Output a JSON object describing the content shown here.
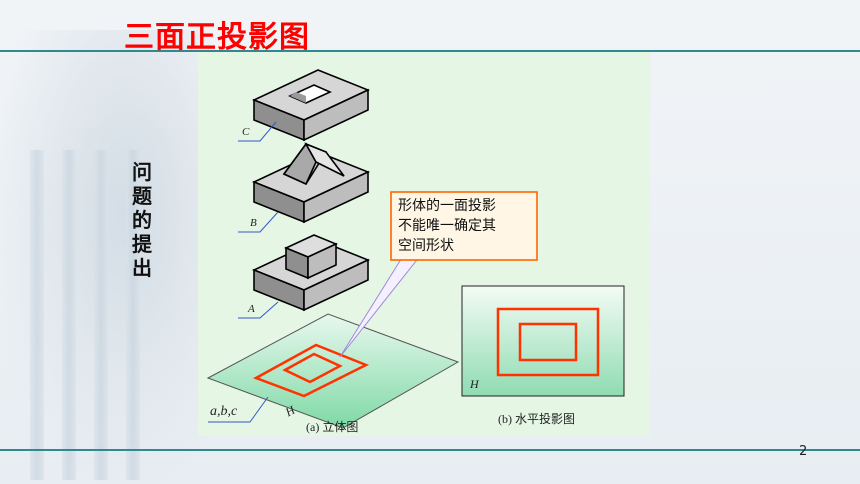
{
  "slide": {
    "title": "三面正投影图",
    "side_heading": [
      "问",
      "题",
      "的",
      "提",
      "出"
    ],
    "page_number": "2"
  },
  "figure": {
    "callout_lines": [
      "形体的一面投影",
      "不能唯一确定其",
      "空间形状"
    ],
    "label_c": "C",
    "label_b": "B",
    "label_a": "A",
    "label_abc": "a,b,c",
    "plane_label_left": "H",
    "plane_label_right": "H",
    "caption_a": "(a) 立体图",
    "caption_b": "(b) 水平投影图"
  },
  "colors": {
    "title": "#ff0000",
    "rule": "#2e8a8c",
    "panel": "#e5f7e4",
    "projection": "#ff3300",
    "callout_border": "#ff6600",
    "callout_fill": "#fff6e6",
    "label_line": "#3355cc"
  }
}
